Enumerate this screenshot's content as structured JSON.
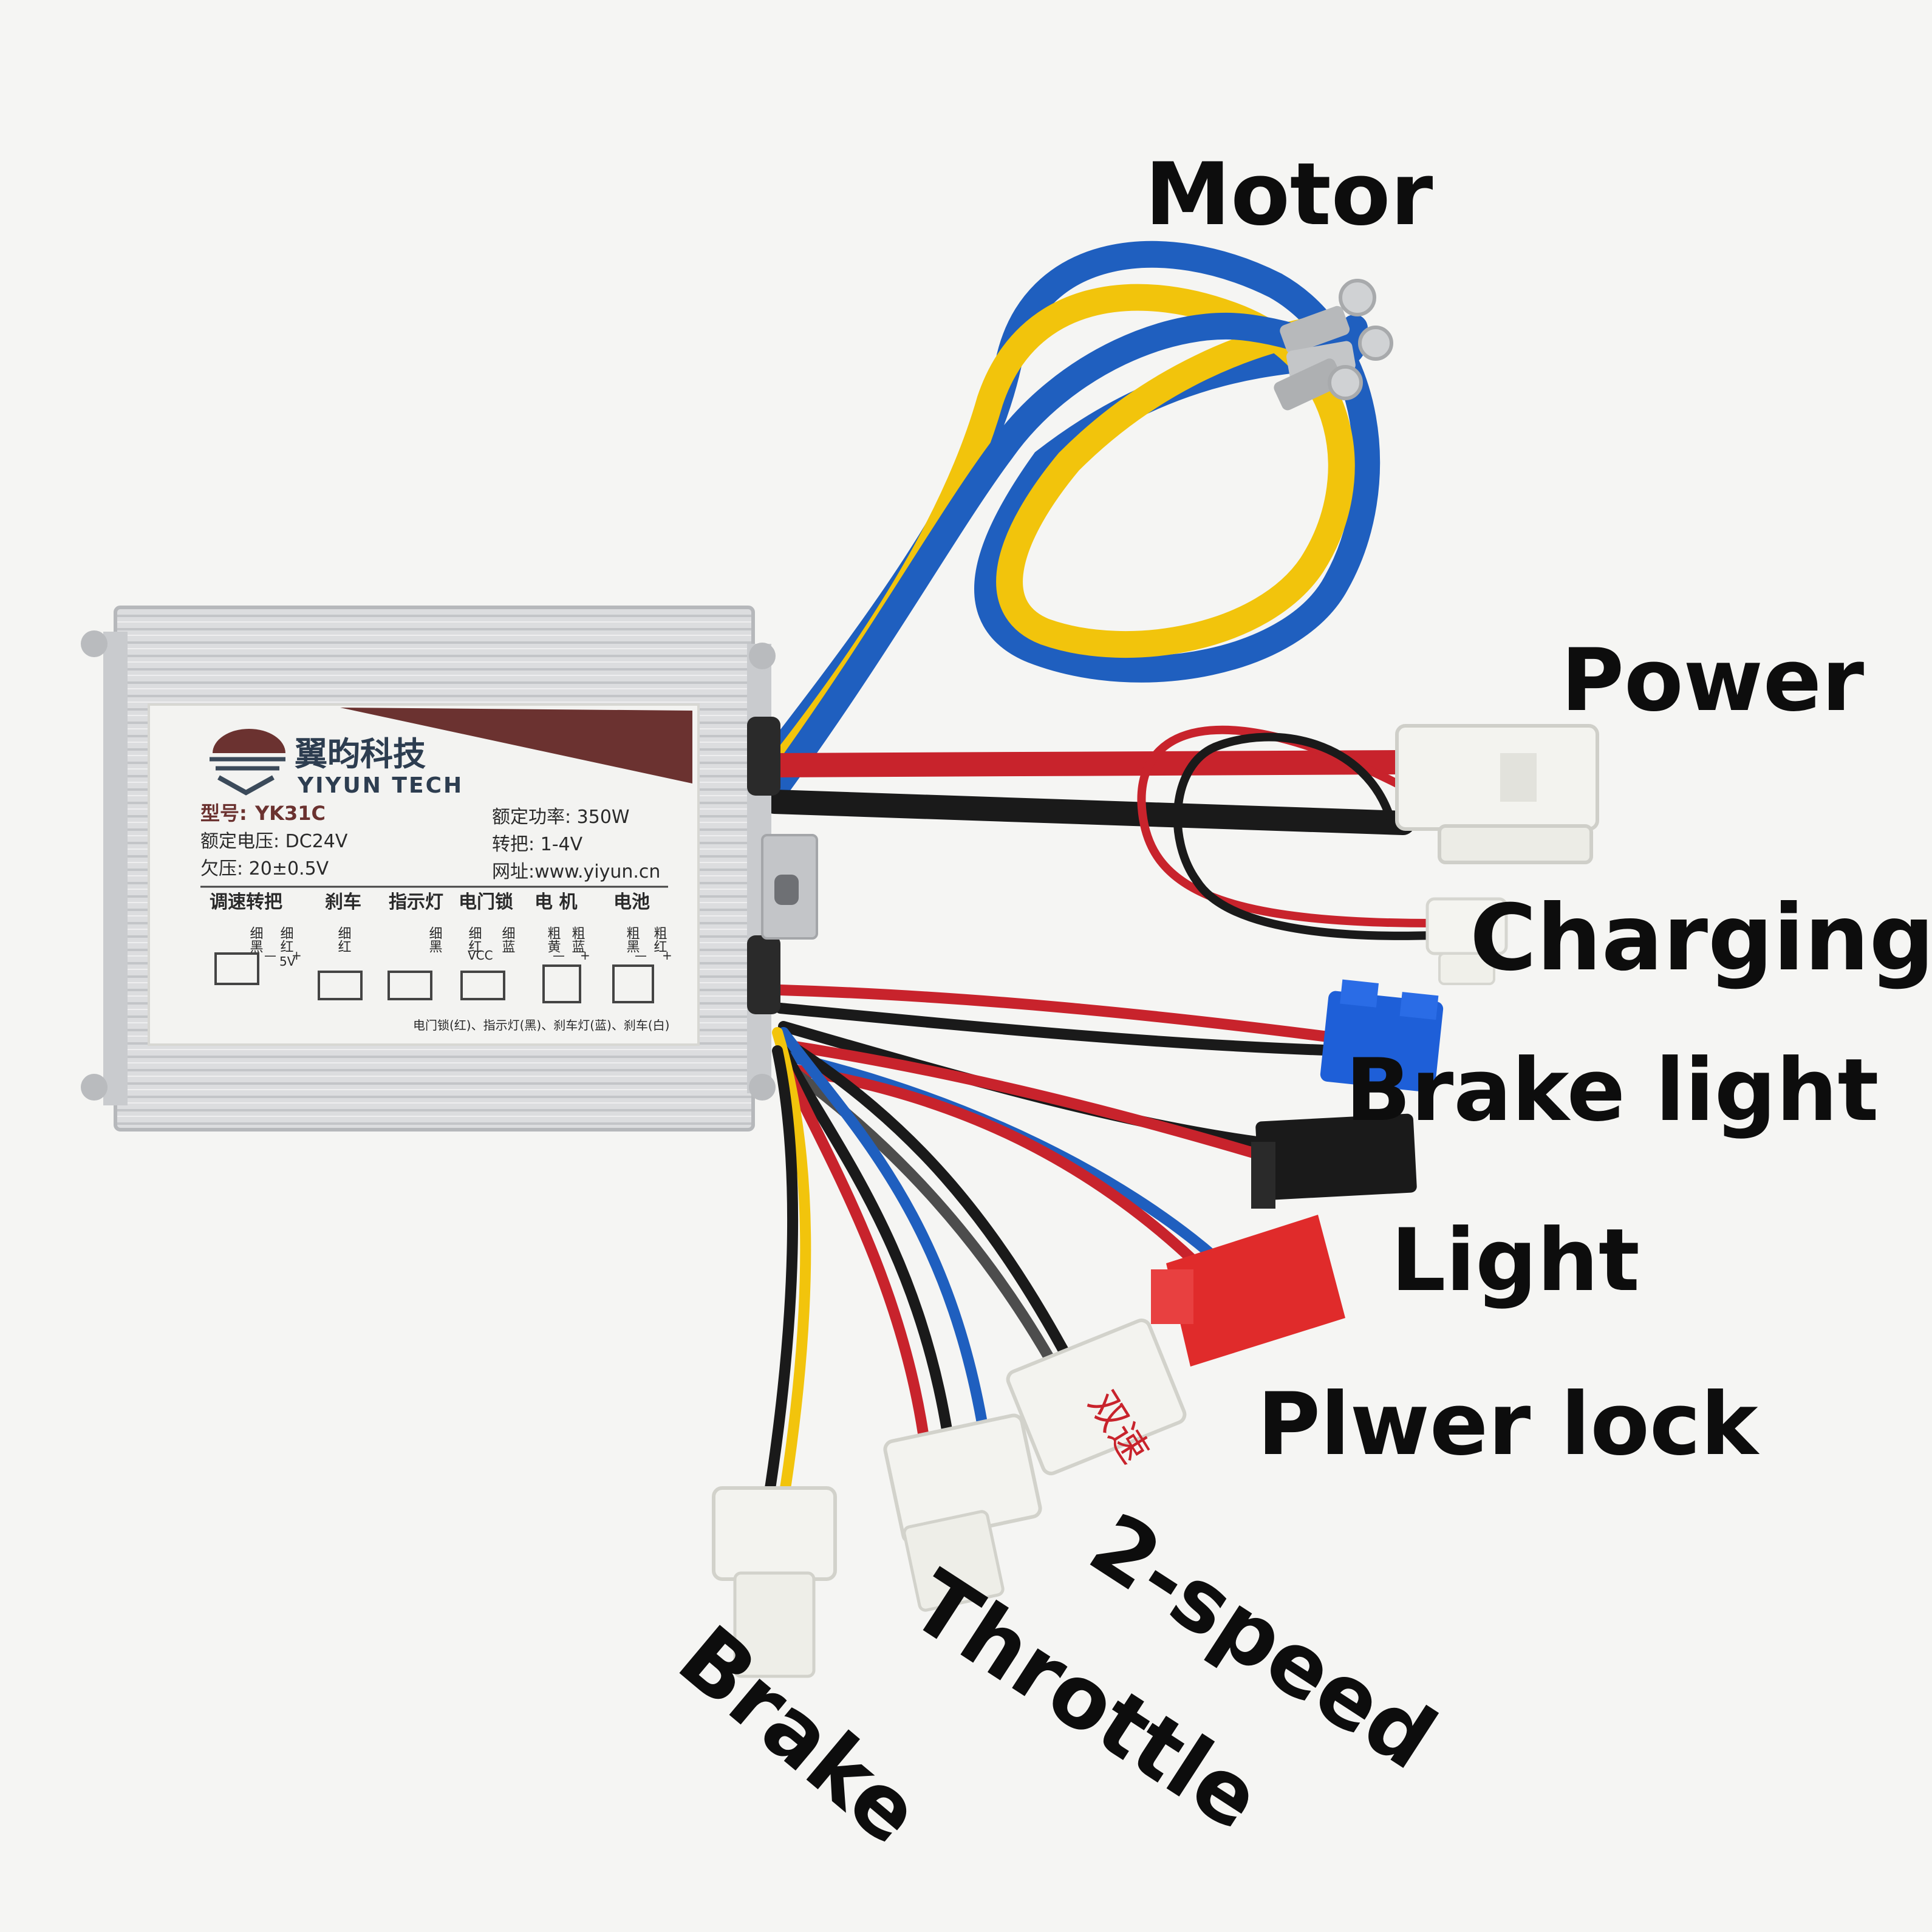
{
  "labels": {
    "motor": "Motor",
    "power": "Power",
    "charging": "Charging",
    "brake_light": "Brake light",
    "light": "Light",
    "power_lock": "Plwer lock",
    "two_speed": "2-speed",
    "throttle": "Throttle",
    "brake": "Brake"
  },
  "controller_label": {
    "brand_cn": "翼昀科技",
    "brand_en": "YIYUN TECH",
    "model_label": "型号:",
    "model": "YK31C",
    "rated_power": "额定功率: 350W",
    "rated_voltage": "额定电压: DC24V",
    "throttle_range": "转把: 1-4V",
    "undervoltage": "欠压: 20±0.5V",
    "website": "网址:www.yiyun.cn",
    "sections": [
      "调速转把",
      "刹车",
      "指示灯",
      "电门锁",
      "电 机",
      "电池"
    ],
    "pins": [
      "细红",
      "细黑",
      "细红",
      "细黑",
      "细红",
      "细蓝",
      "粗黄",
      "粗蓝",
      "粗黑",
      "粗红"
    ],
    "pin_marks": [
      "5V",
      "+",
      "—",
      "VCC",
      "—",
      "+",
      "—",
      "+"
    ],
    "footnote": "电门锁(红)、指示灯(黑)、刹车灯(蓝)、刹车(白)"
  },
  "connector_tag": "双速",
  "colors": {
    "background": "#f5f5f3",
    "wire_red": "#c8232c",
    "wire_black": "#1a1a1a",
    "wire_blue": "#1f5fbf",
    "wire_yellow": "#f2c40c",
    "wire_grey": "#4d4d4d",
    "connector_blue": "#1e5fd8",
    "connector_red": "#e02b2b",
    "housing": "#d9dadb",
    "plate": "#f3f3f1",
    "logo_brown": "#6b3230"
  }
}
